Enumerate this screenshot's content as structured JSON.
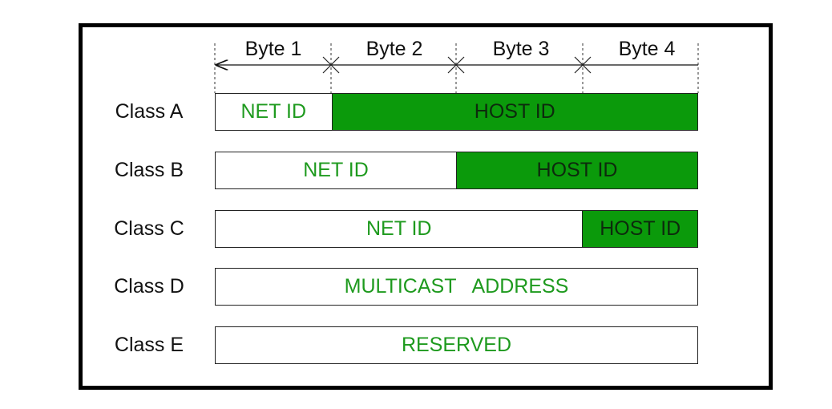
{
  "colors": {
    "host_fill": "#0b9a0b",
    "net_text": "#1e9a1e",
    "host_text": "#0d2a0d",
    "border": "#000000"
  },
  "bytes": [
    "Byte 1",
    "Byte 2",
    "Byte 3",
    "Byte 4"
  ],
  "classes": [
    {
      "label": "Class A",
      "segments": [
        {
          "text": "NET ID",
          "kind": "net",
          "bytes": 1
        },
        {
          "text": "HOST ID",
          "kind": "host",
          "bytes": 3
        }
      ]
    },
    {
      "label": "Class B",
      "segments": [
        {
          "text": "NET ID",
          "kind": "net",
          "bytes": 2
        },
        {
          "text": "HOST ID",
          "kind": "host",
          "bytes": 2
        }
      ]
    },
    {
      "label": "Class C",
      "segments": [
        {
          "text": "NET ID",
          "kind": "net",
          "bytes": 3
        },
        {
          "text": "HOST ID",
          "kind": "host",
          "bytes": 1
        }
      ]
    },
    {
      "label": "Class D",
      "segments": [
        {
          "text": "MULTICAST   ADDRESS",
          "kind": "net",
          "bytes": 4
        }
      ]
    },
    {
      "label": "Class E",
      "segments": [
        {
          "text": "RESERVED",
          "kind": "net",
          "bytes": 4
        }
      ]
    }
  ]
}
